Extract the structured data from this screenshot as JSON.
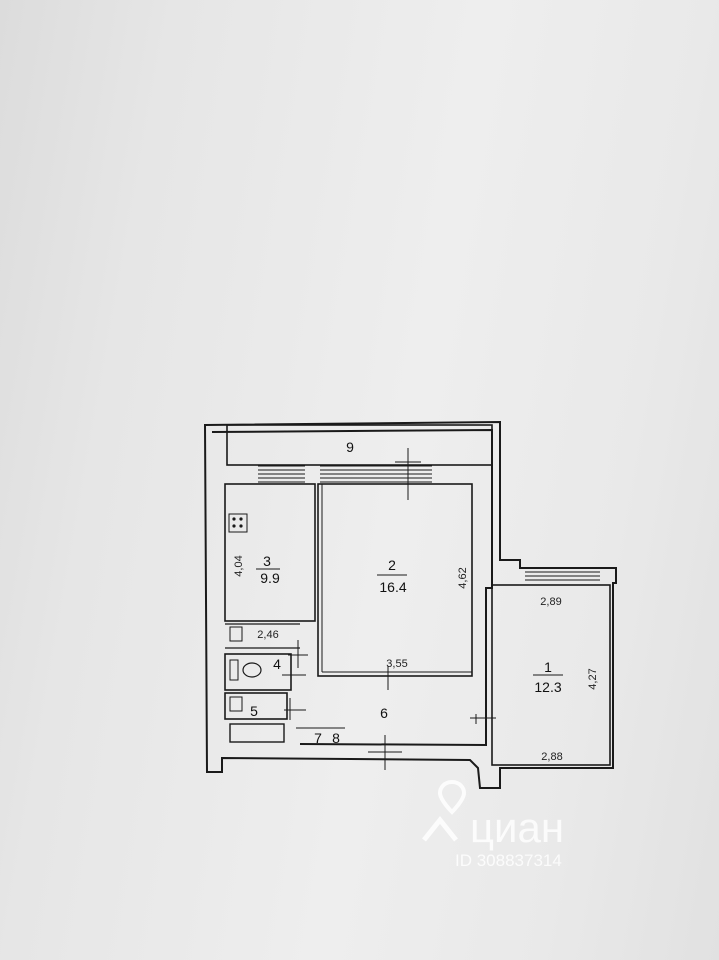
{
  "rooms": {
    "r9": {
      "num": "9"
    },
    "r3": {
      "num": "3",
      "area": "9.9",
      "dim_side": "4,04",
      "dim_bottom": "2,46"
    },
    "r2": {
      "num": "2",
      "area": "16.4",
      "dim_side": "4,62",
      "dim_bottom": "3,55"
    },
    "r1": {
      "num": "1",
      "area": "12.3",
      "dim_top": "2,89",
      "dim_side": "4,27",
      "dim_bottom": "2,88"
    },
    "r4": {
      "num": "4"
    },
    "r5": {
      "num": "5"
    },
    "r6": {
      "num": "6"
    },
    "r7": {
      "num": "7"
    },
    "r8": {
      "num": "8"
    }
  },
  "watermark": {
    "brand": "циан",
    "id": "ID 308837314"
  },
  "colors": {
    "paper": "#e8e8e8",
    "line": "#1a1a1a",
    "watermark": "#ffffff"
  }
}
